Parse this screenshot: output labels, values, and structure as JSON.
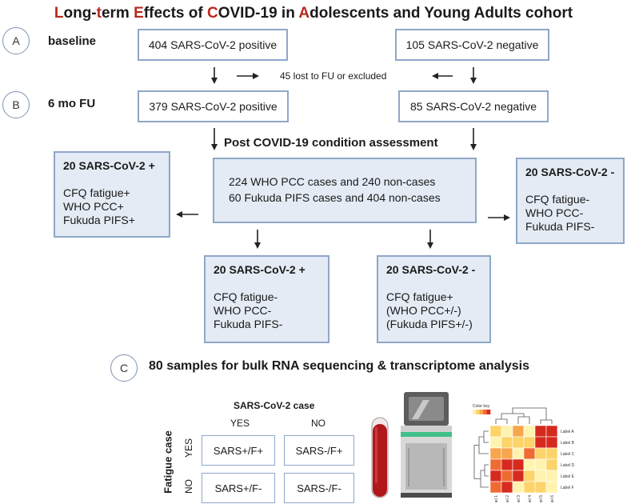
{
  "title": {
    "parts": [
      {
        "t": "L",
        "red": true
      },
      {
        "t": "ong-",
        "red": false
      },
      {
        "t": "t",
        "red": true
      },
      {
        "t": "erm ",
        "red": false
      },
      {
        "t": "E",
        "red": true
      },
      {
        "t": "ffects of ",
        "red": false
      },
      {
        "t": "C",
        "red": true
      },
      {
        "t": "OVID-19 in ",
        "red": false
      },
      {
        "t": "A",
        "red": true
      },
      {
        "t": "dolescents and Young Adults cohort",
        "red": false
      }
    ]
  },
  "colors": {
    "accent_red": "#b8291e",
    "box_border": "#8fa7c8",
    "box_fill": "#e4ebf4"
  },
  "stages": {
    "a": {
      "letter": "A",
      "label": "baseline"
    },
    "b": {
      "letter": "B",
      "label": "6 mo FU"
    },
    "c": {
      "letter": "C",
      "label": "80 samples for bulk RNA sequencing & transcriptome analysis"
    }
  },
  "baseline": {
    "positive": "404 SARS-CoV-2 positive",
    "negative": "105 SARS-CoV-2 negative",
    "lost": "45 lost to FU or excluded"
  },
  "followup": {
    "positive": "379 SARS-CoV-2 positive",
    "negative": "85 SARS-CoV-2 negative"
  },
  "assessment": {
    "label": "Post COVID-19 condition assessment",
    "line1": "224 WHO PCC cases and 240 non-cases",
    "line2": "60 Fukuda PIFS cases and 404 non-cases"
  },
  "groups": {
    "left": {
      "header": "20 SARS-CoV-2 +",
      "l1": "CFQ fatigue+",
      "l2": "WHO PCC+",
      "l3": "Fukuda PIFS+"
    },
    "right": {
      "header": "20 SARS-CoV-2 -",
      "l1": "CFQ fatigue-",
      "l2": "WHO PCC-",
      "l3": "Fukuda PIFS-"
    },
    "bottom_left": {
      "header": "20 SARS-CoV-2 +",
      "l1": "CFQ fatigue-",
      "l2": "WHO PCC-",
      "l3": "Fukuda PIFS-"
    },
    "bottom_right": {
      "header": "20 SARS-CoV-2 -",
      "l1": "CFQ fatigue+",
      "l2": "(WHO PCC+/-)",
      "l3": "(Fukuda PIFS+/-)"
    }
  },
  "matrix": {
    "col_header": "SARS-CoV-2 case",
    "col_yes": "YES",
    "col_no": "NO",
    "row_header": "Fatigue case",
    "row_yes": "YES",
    "row_no": "NO",
    "cells": {
      "pos_f_pos": "SARS+/F+",
      "neg_f_pos": "SARS-/F+",
      "pos_f_neg": "SARS+/F-",
      "neg_f_neg": "SARS-/F-"
    }
  },
  "heatmap": {
    "color_key": "Color key",
    "row_labels": [
      "Label A",
      "Label B",
      "Label C",
      "Label D",
      "Label E",
      "Label F"
    ],
    "col_labels": [
      "Label 1",
      "Label 2",
      "Label 3",
      "Label 4",
      "Label 5",
      "Label 6"
    ],
    "palette": [
      "#fff3b0",
      "#fcd46a",
      "#f8a64c",
      "#ef6b33",
      "#d62a1e"
    ],
    "values": [
      [
        1,
        0,
        2,
        0,
        4,
        4
      ],
      [
        0,
        1,
        1,
        1,
        4,
        4
      ],
      [
        2,
        2,
        0,
        3,
        1,
        1
      ],
      [
        3,
        4,
        4,
        0,
        0,
        1
      ],
      [
        4,
        3,
        4,
        1,
        0,
        0
      ],
      [
        3,
        4,
        0,
        1,
        1,
        0
      ]
    ]
  }
}
